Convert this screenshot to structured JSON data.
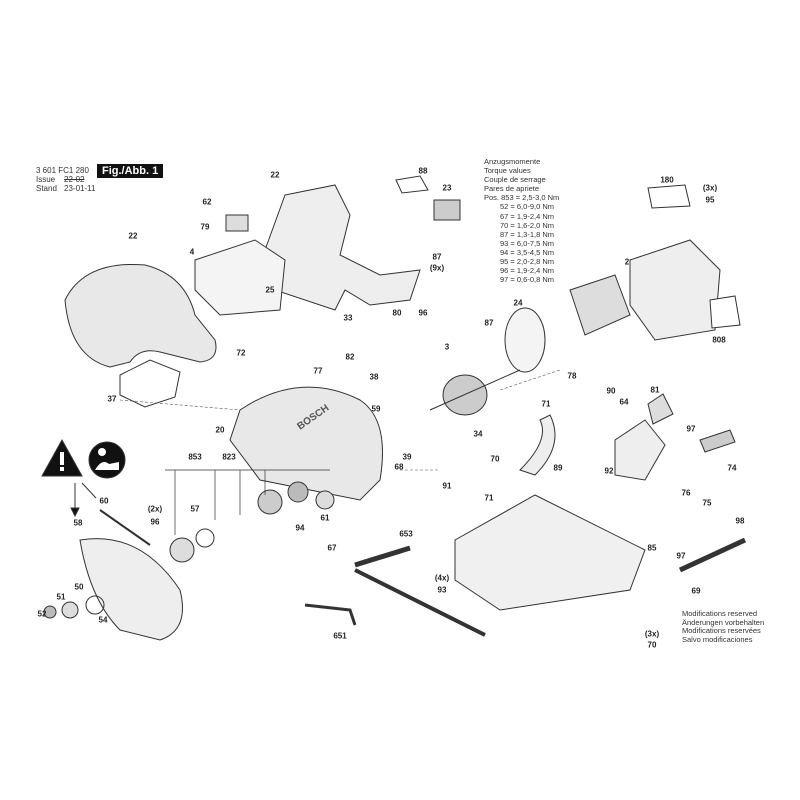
{
  "header": {
    "part_number": "3 601 FC1 280",
    "issue_label": "Issue",
    "issue_value": "22-02",
    "stand_label": "Stand",
    "stand_value": "23-01-11",
    "figure": "Fig./Abb. 1"
  },
  "torque": {
    "titles": [
      "Anzugsmomente",
      "Torque values",
      "Couple de serrage",
      "Pares de apriete"
    ],
    "prefix": "Pos.",
    "rows": [
      "853 = 2,5-3,0 Nm",
      "52 = 6,0-9,0 Nm",
      "67 = 1,9-2,4 Nm",
      "70 = 1,6-2,0 Nm",
      "87 = 1,3-1,8 Nm",
      "93 = 6,0-7,5 Nm",
      "94 = 3,5-4,5 Nm",
      "95 = 2,0-2,8 Nm",
      "96 = 1,9-2,4 Nm",
      "97 = 0,6-0,8 Nm"
    ]
  },
  "modifications": [
    "Modifications reserved",
    "Änderungen vorbehalten",
    "Modifications reservées",
    "Salvo modificaciones"
  ],
  "brand_on_part": "Bosch",
  "callouts": [
    "22",
    "88",
    "23",
    "62",
    "79",
    "4",
    "22",
    "25",
    "33",
    "87",
    "(9x)",
    "180",
    "(3x)",
    "95",
    "2",
    "808",
    "80",
    "96",
    "72",
    "82",
    "24",
    "87",
    "3",
    "77",
    "38",
    "78",
    "90",
    "81",
    "37",
    "71",
    "64",
    "59",
    "20",
    "34",
    "97",
    "853",
    "823",
    "39",
    "70",
    "89",
    "92",
    "74",
    "68",
    "91",
    "71",
    "76",
    "75",
    "60",
    "(2x)",
    "96",
    "57",
    "94",
    "61",
    "67",
    "58",
    "653",
    "98",
    "85",
    "97",
    "69",
    "(4x)",
    "93",
    "50",
    "51",
    "52",
    "54",
    "651",
    "(3x)",
    "70"
  ],
  "icons": [
    "warning-icon",
    "read-manual-icon"
  ]
}
